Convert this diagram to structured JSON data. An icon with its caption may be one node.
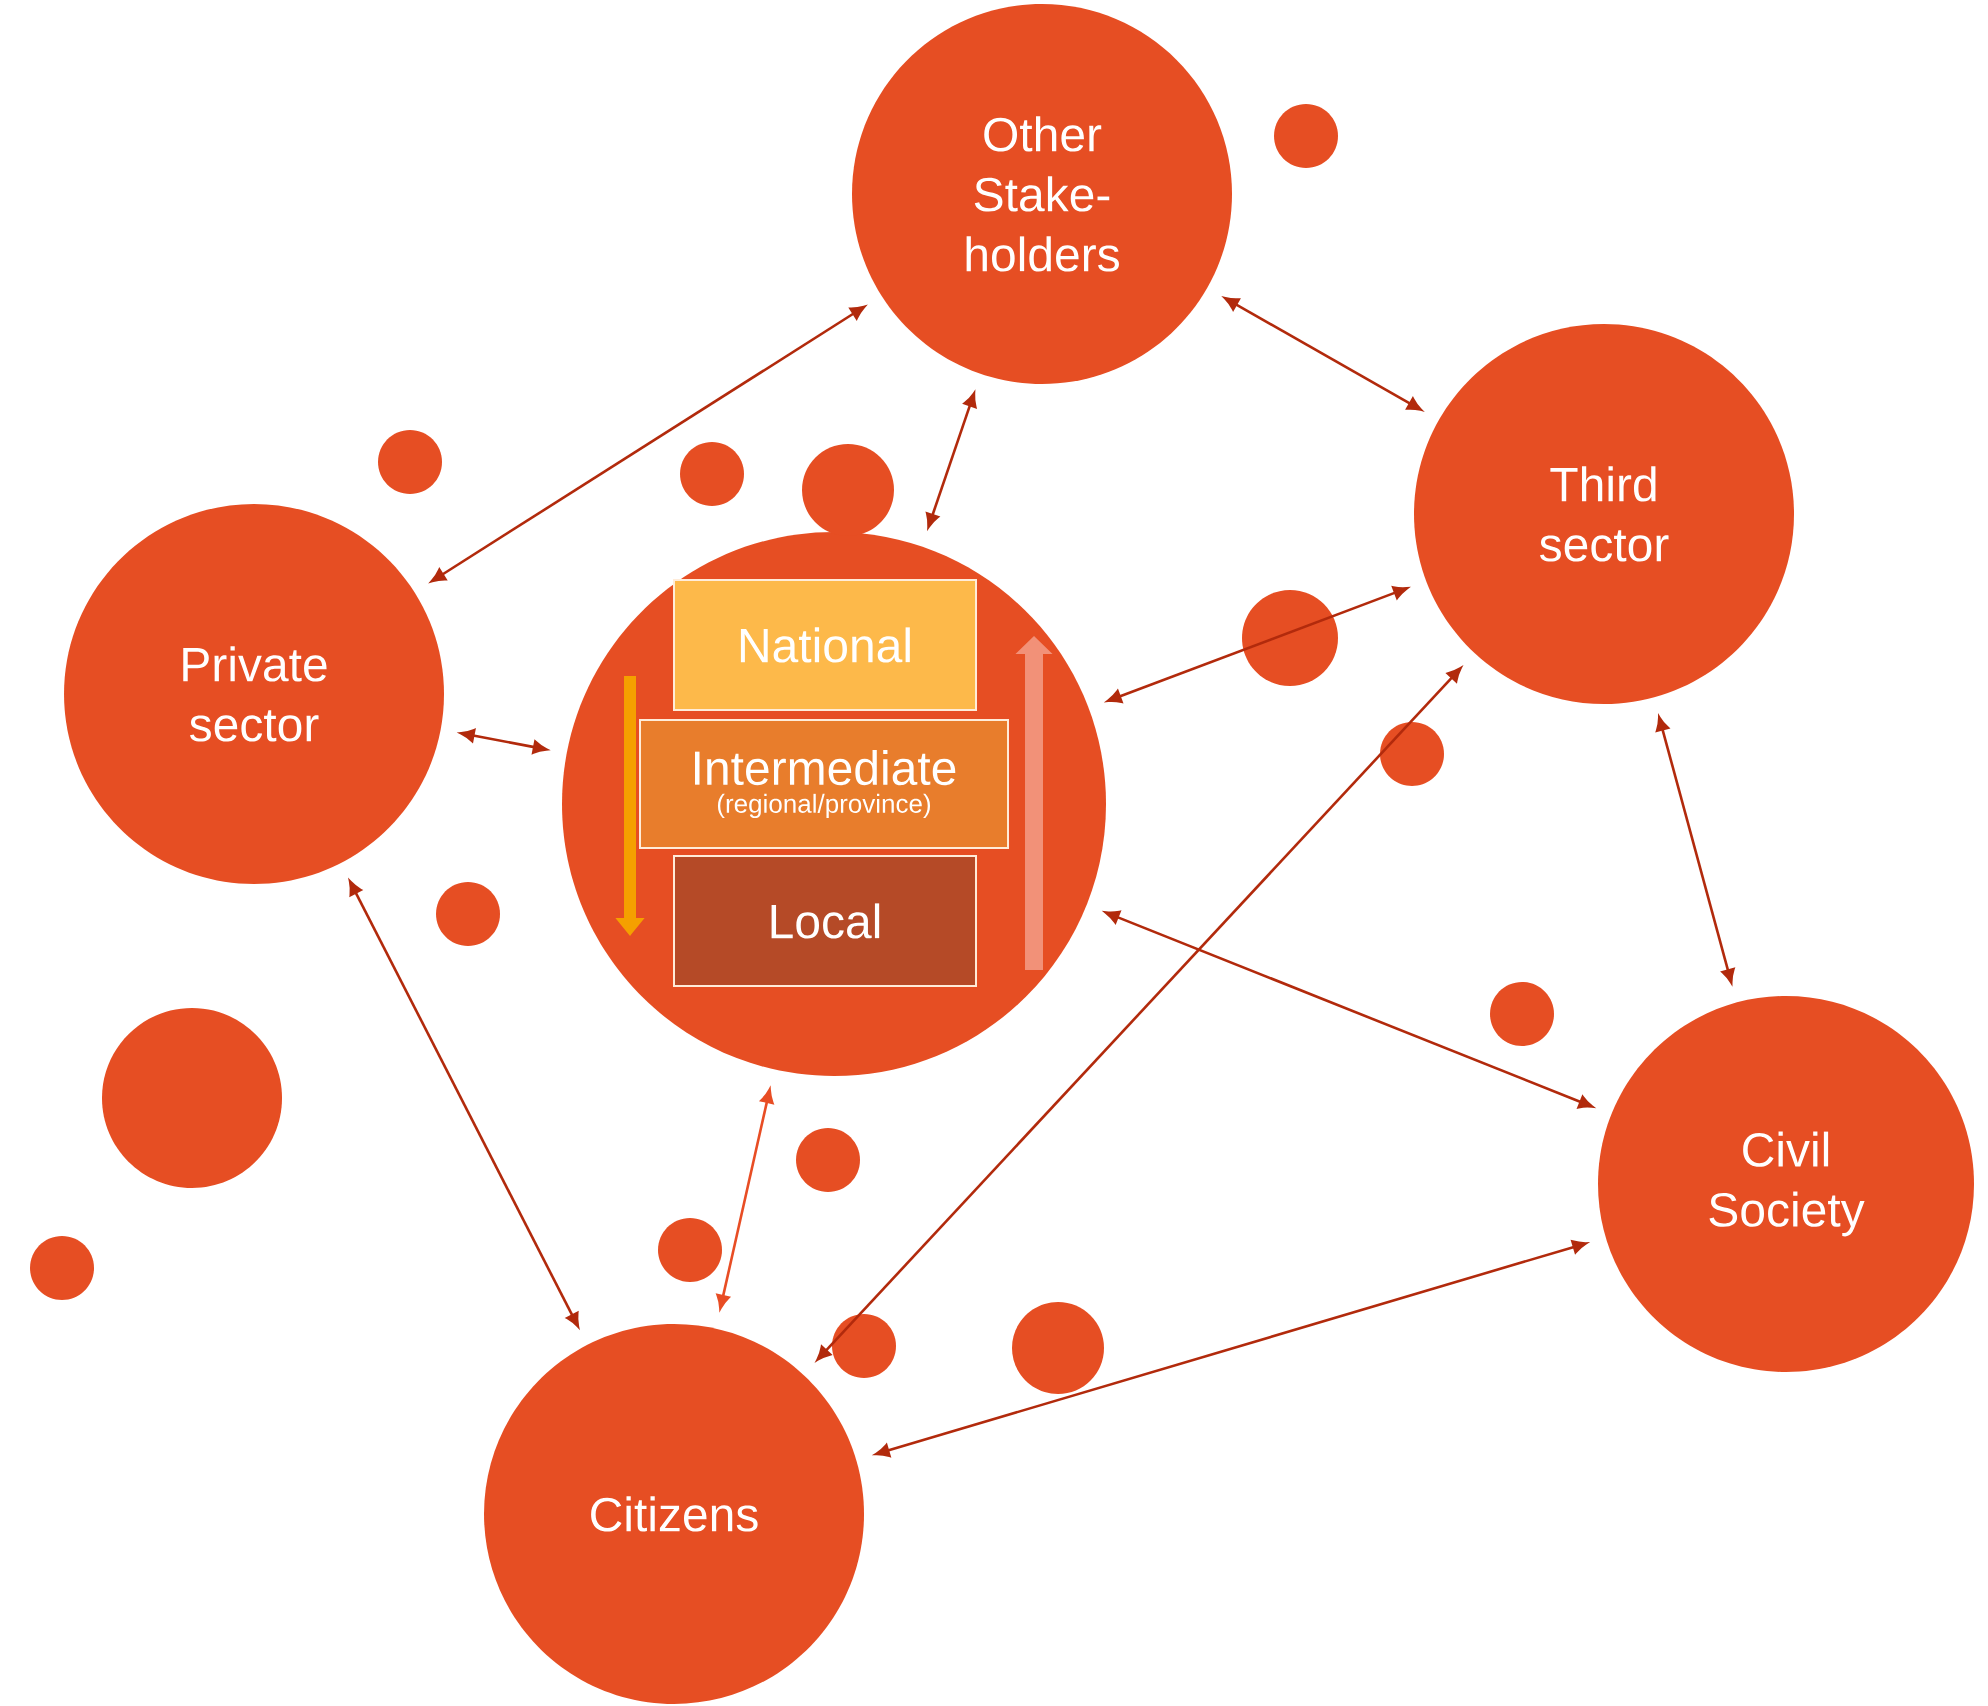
{
  "diagram": {
    "nodes": [
      {
        "text": [
          "Other Stake-holders"
        ]
      },
      {
        "text": [
          "Third sector"
        ]
      },
      {
        "text": [
          "Private sector"
        ]
      },
      {
        "text": [],
        "shape": "circle"
      },
      {
        "text": [
          "National"
        ],
        "in": 3
      },
      {
        "text": [
          "Intermediate",
          "(regional/province)"
        ],
        "in": 3
      },
      {
        "text": [
          "Local"
        ],
        "in": 3
      },
      {
        "text": [
          "Civil Society"
        ]
      },
      {
        "text": [
          "Citizens"
        ]
      }
    ],
    "edges": [
      {
        "from": 2,
        "to": 0,
        "arrow": "both"
      },
      {
        "from": 3,
        "to": 0,
        "arrow": "both"
      },
      {
        "from": 0,
        "to": 1,
        "arrow": "both"
      },
      {
        "from": 2,
        "to": 3,
        "arrow": "both"
      },
      {
        "from": 3,
        "to": 1,
        "arrow": "both"
      },
      {
        "from": 1,
        "to": 7,
        "arrow": "both"
      },
      {
        "from": 8,
        "to": 1,
        "arrow": "both"
      },
      {
        "from": 3,
        "to": 7,
        "arrow": "both"
      },
      {
        "from": 2,
        "to": 8,
        "arrow": "both"
      },
      {
        "from": 3,
        "to": 8,
        "arrow": "both",
        "color": "#e84d24"
      },
      {
        "from": 8,
        "to": 7,
        "arrow": "both"
      }
    ]
  }
}
